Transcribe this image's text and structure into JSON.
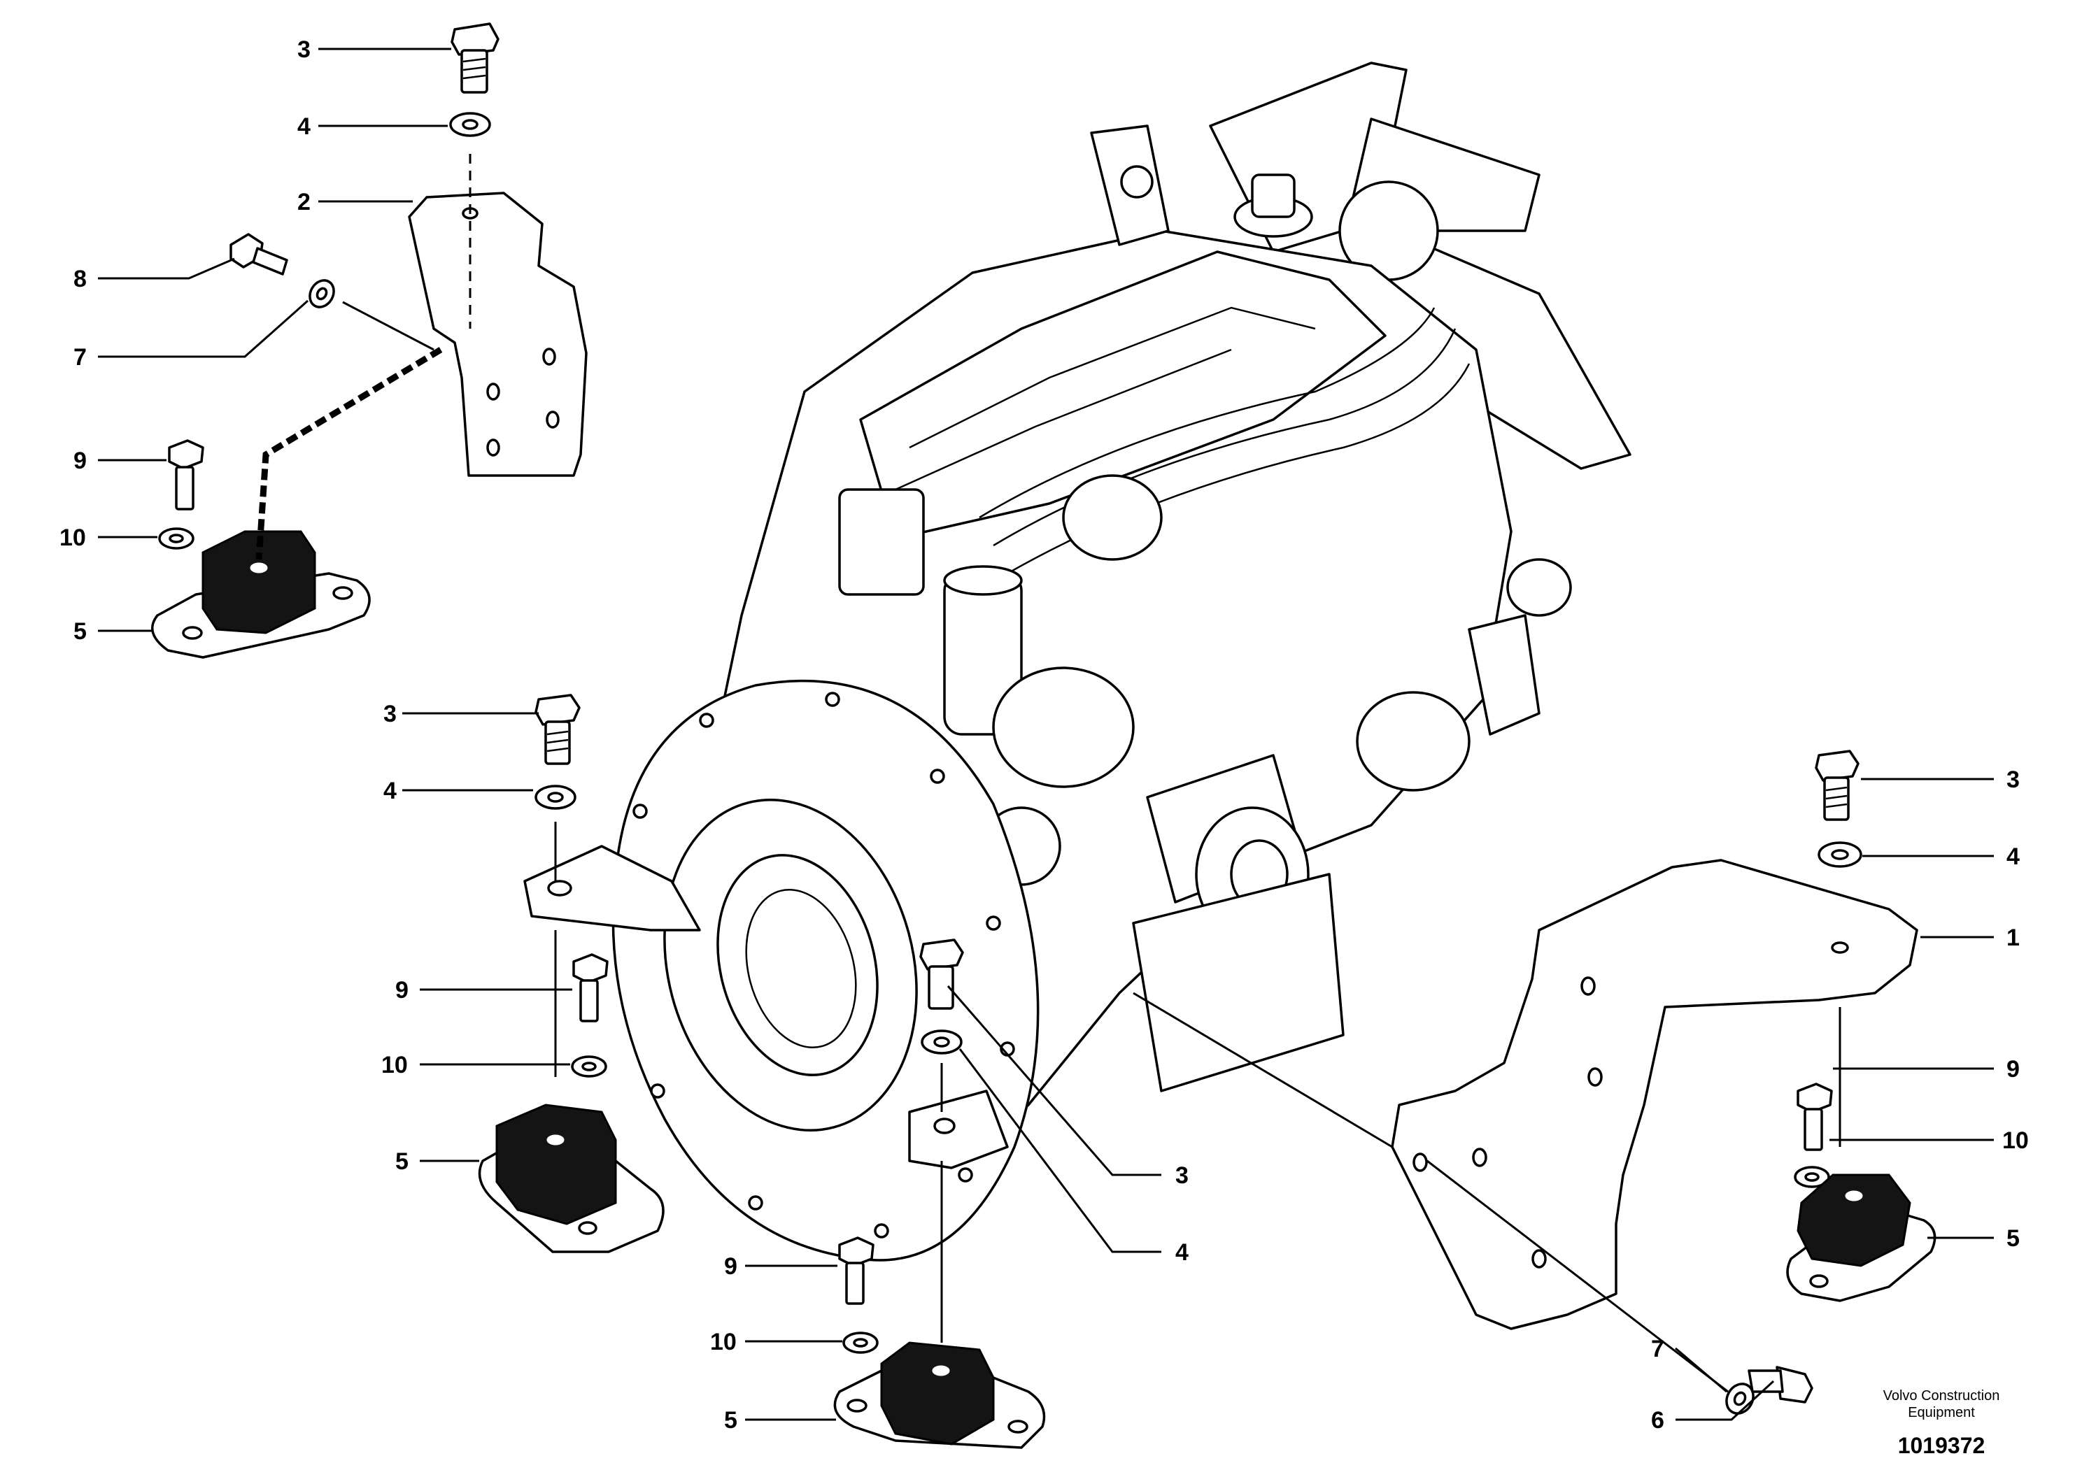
{
  "callouts": {
    "top_left": {
      "bolt": "3",
      "washer": "4",
      "bracket": "2",
      "screw": "8",
      "lock_washer": "7",
      "mount_bolt": "9",
      "mount_washer": "10",
      "mount": "5"
    },
    "mid_left": {
      "bolt": "3",
      "washer": "4",
      "mount_bolt": "9",
      "mount_washer": "10",
      "mount": "5"
    },
    "bottom_center": {
      "mount_bolt": "9",
      "mount_washer": "10",
      "mount": "5",
      "bolt": "3",
      "washer": "4"
    },
    "right": {
      "bolt": "3",
      "washer": "4",
      "bracket": "1",
      "mount_bolt": "9",
      "mount_washer": "10",
      "mount": "5",
      "lock_washer": "7",
      "screw": "6"
    }
  },
  "footer": {
    "brand_line1": "Volvo Construction",
    "brand_line2": "Equipment",
    "document_number": "1019372"
  }
}
